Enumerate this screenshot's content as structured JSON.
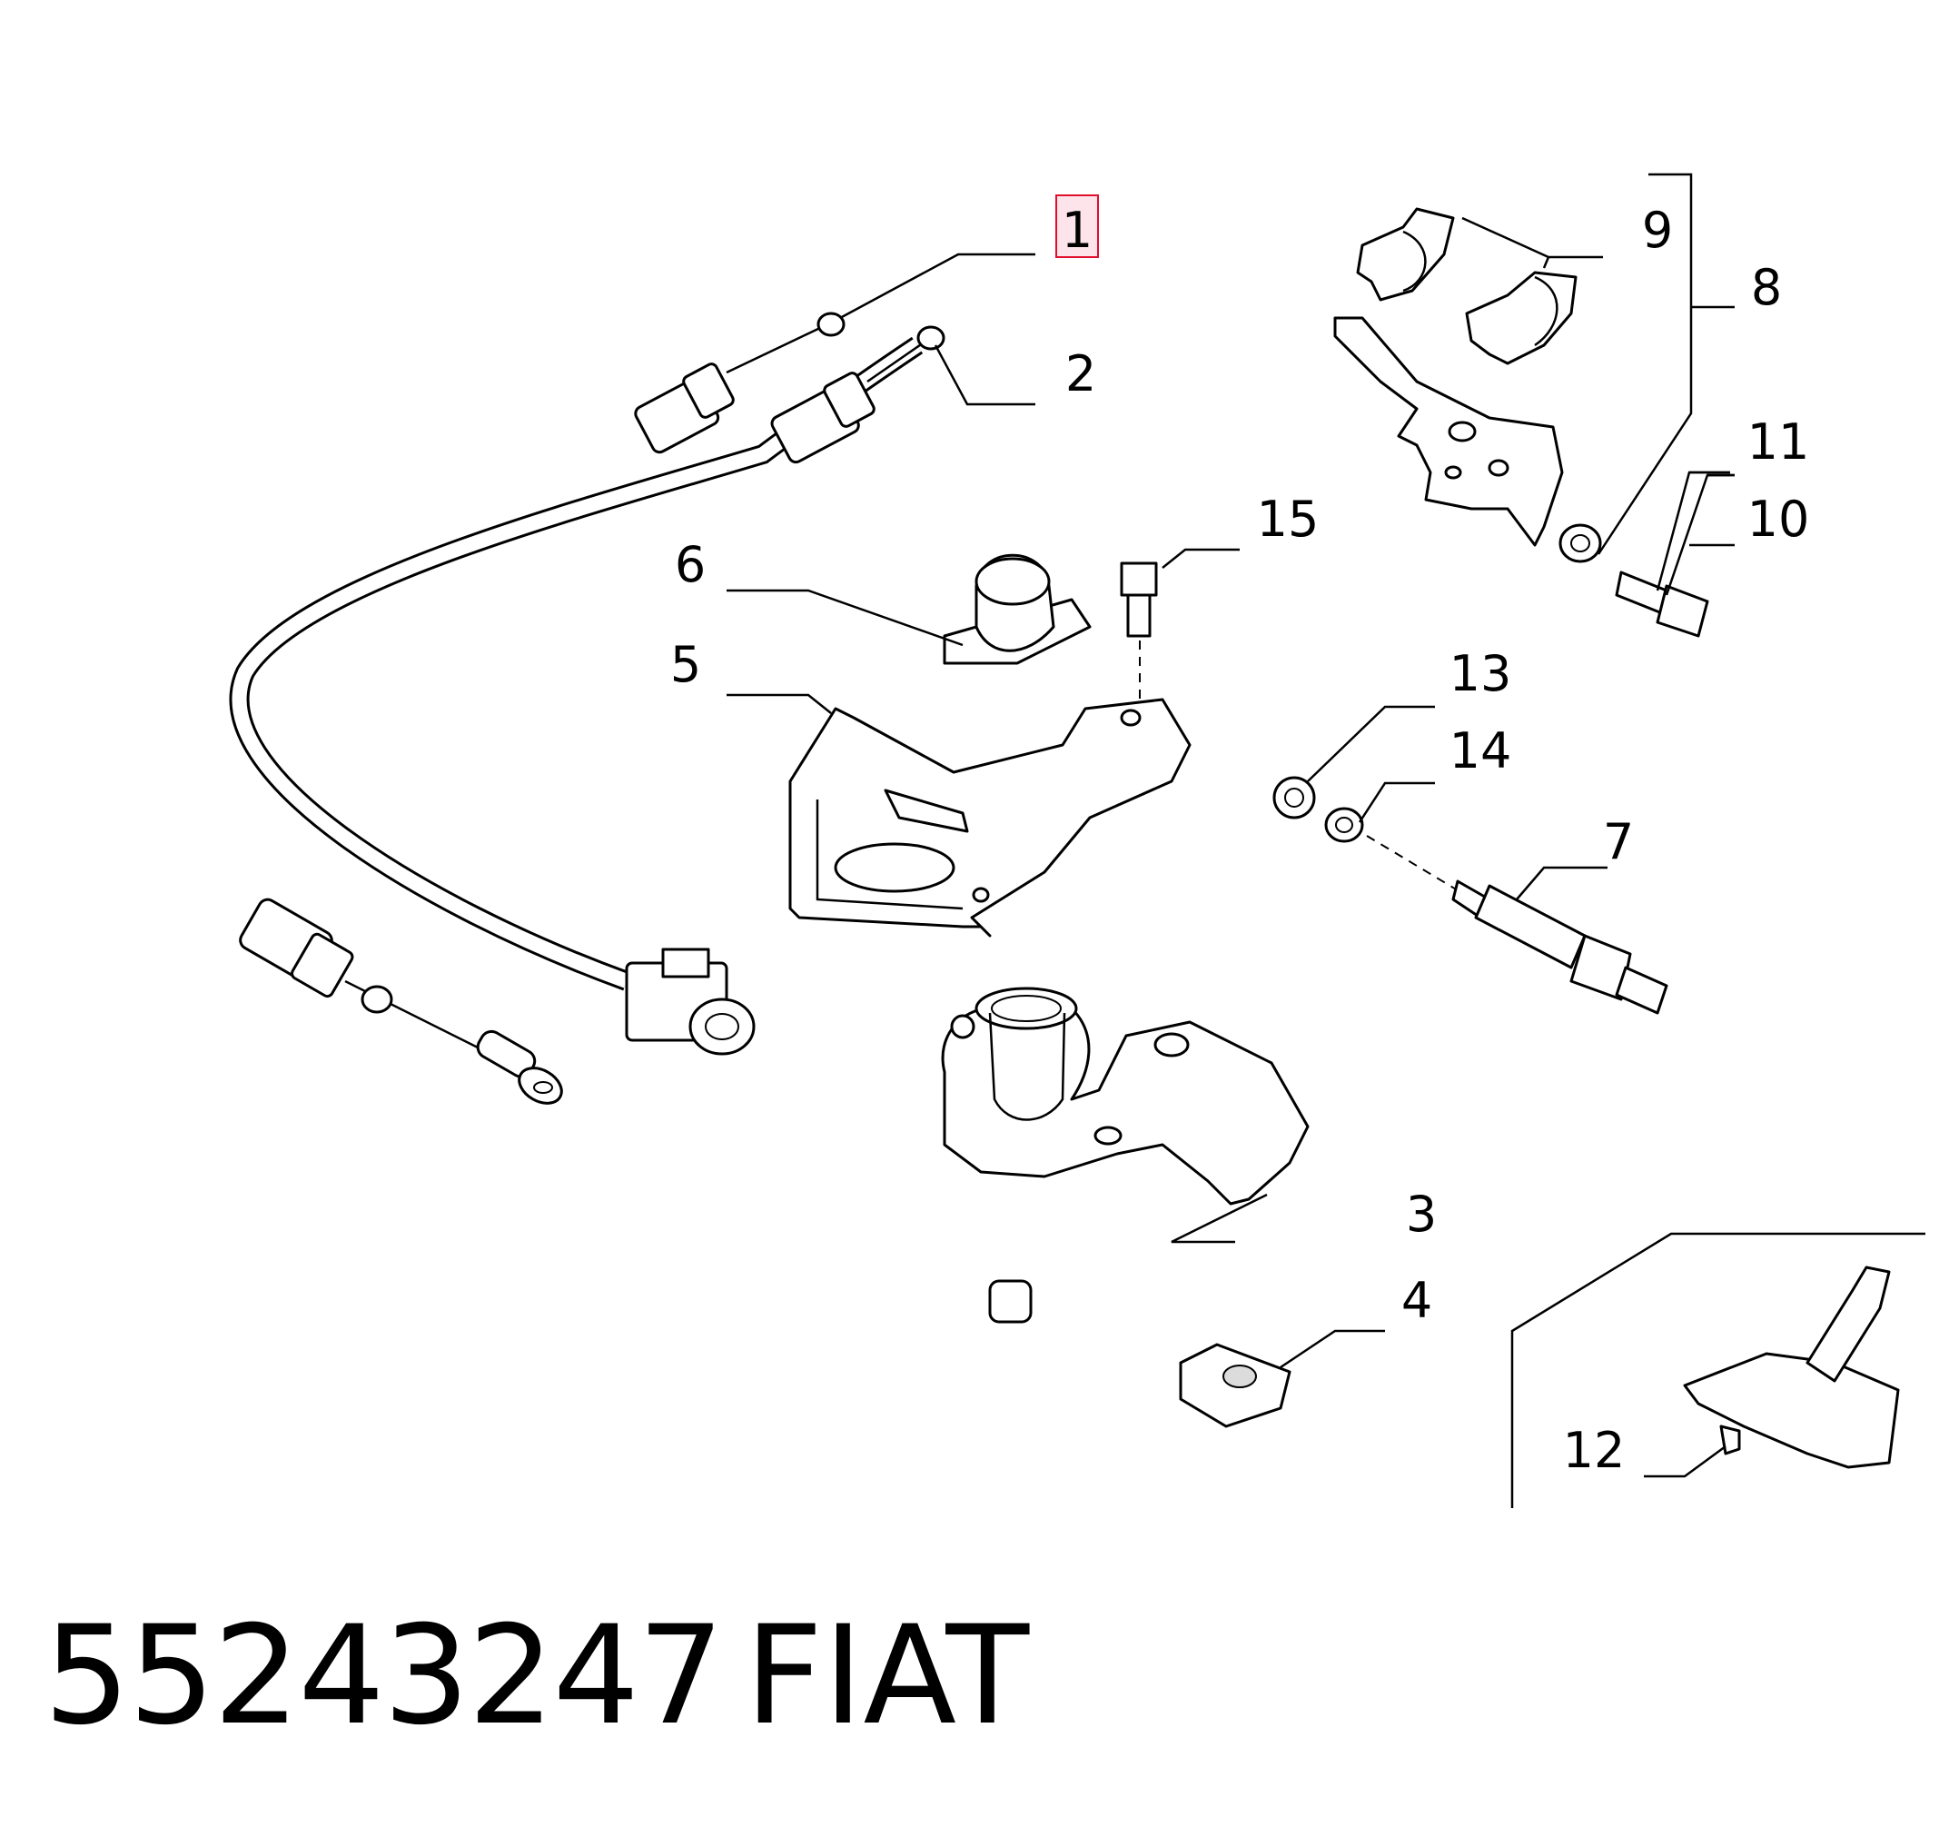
{
  "callouts": [
    {
      "id": "1",
      "label": "1",
      "highlighted": true
    },
    {
      "id": "2",
      "label": "2"
    },
    {
      "id": "3",
      "label": "3"
    },
    {
      "id": "4",
      "label": "4"
    },
    {
      "id": "5",
      "label": "5"
    },
    {
      "id": "6",
      "label": "6"
    },
    {
      "id": "7",
      "label": "7"
    },
    {
      "id": "8",
      "label": "8"
    },
    {
      "id": "9",
      "label": "9"
    },
    {
      "id": "10",
      "label": "10"
    },
    {
      "id": "11",
      "label": "11"
    },
    {
      "id": "12",
      "label": "12"
    },
    {
      "id": "13",
      "label": "13"
    },
    {
      "id": "14",
      "label": "14"
    },
    {
      "id": "15",
      "label": "15"
    }
  ],
  "footer": {
    "part_number": "55243247",
    "brand": "FIAT"
  },
  "colors": {
    "line": "#000000",
    "highlight_fill": "#fde4ea",
    "highlight_stroke": "#e0102d",
    "background": "#ffffff"
  }
}
